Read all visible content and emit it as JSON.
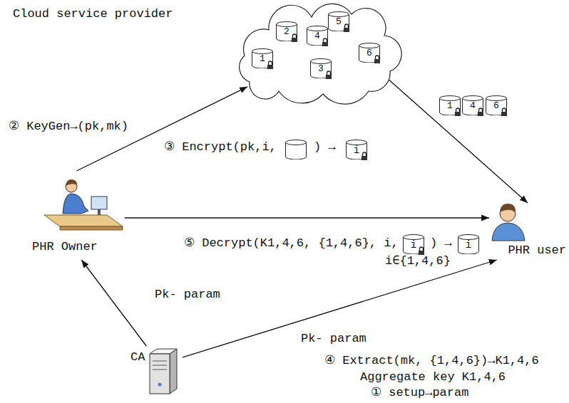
{
  "diagram": {
    "nodes": [
      {
        "text": [
          "Cloud service provider"
        ]
      },
      {
        "text": [
          "1"
        ],
        "in": 0
      },
      {
        "text": [
          "2"
        ],
        "in": 0
      },
      {
        "text": [
          "3"
        ],
        "in": 0
      },
      {
        "text": [
          "4"
        ],
        "in": 0
      },
      {
        "text": [
          "5"
        ],
        "in": 0
      },
      {
        "text": [
          "6"
        ],
        "in": 0
      },
      {
        "text": [
          "1"
        ]
      },
      {
        "text": [
          "4"
        ]
      },
      {
        "text": [
          "6"
        ]
      },
      {
        "text": [
          "PHR Owner"
        ]
      },
      {
        "text": [
          "PHR user"
        ]
      },
      {
        "text": [
          "CA"
        ]
      }
    ],
    "edges": [
      {
        "from": 10,
        "to": 0,
        "label": "② KeyGen→(pk,mk)",
        "arrow": "to"
      },
      {
        "from": 0,
        "to": 11,
        "arrow": "to"
      },
      {
        "from": 10,
        "to": 11,
        "arrow": "to"
      },
      {
        "from": 12,
        "to": 10,
        "label": "Pk- param",
        "arrow": "to"
      },
      {
        "from": 12,
        "to": 11,
        "label": "Pk- param",
        "arrow": "to"
      }
    ],
    "labels": [
      "③ Encrypt(pk,i,",
      ") →",
      "i",
      "⑤ Decrypt(K1,4,6, {1,4,6}, i,",
      "i",
      ") →",
      "i",
      "i∈{1,4,6}",
      "④ Extract(mk, {1,4,6})→K1,4,6",
      "Aggregate key K1,4,6",
      "① setup→param"
    ]
  }
}
